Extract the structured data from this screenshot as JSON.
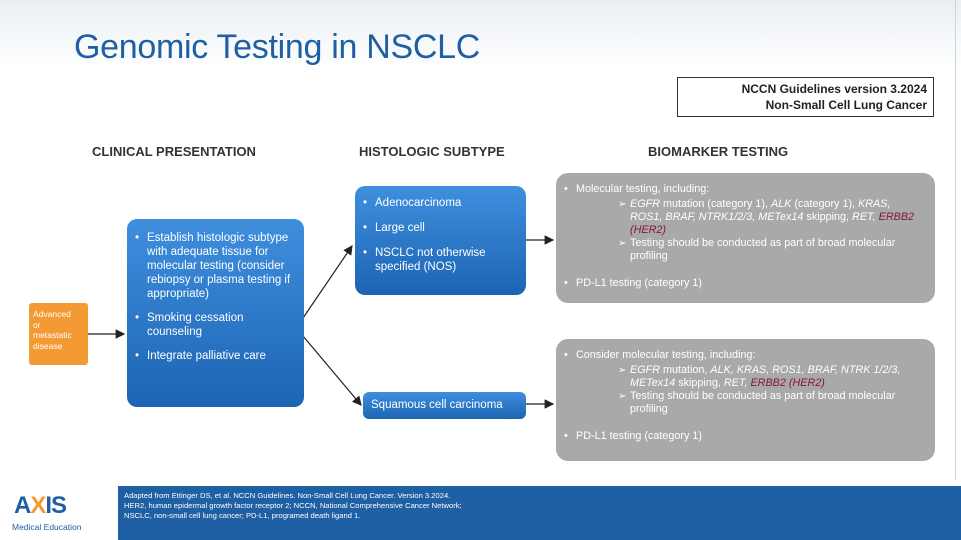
{
  "title": "Genomic Testing in NSCLC",
  "nccn": {
    "line1": "NCCN Guidelines version 3.2024",
    "line2": "Non-Small Cell Lung Cancer"
  },
  "headers": {
    "clinical": "CLINICAL PRESENTATION",
    "histologic": "HISTOLOGIC SUBTYPE",
    "biomarker": "BIOMARKER TESTING"
  },
  "start_box": [
    "Advanced",
    "or",
    "metastatic",
    "disease"
  ],
  "clinical_items": [
    "Establish histologic subtype with adequate tissue for molecular testing (consider rebiopsy or plasma testing if appropriate)",
    "Smoking cessation counseling",
    "Integrate palliative care"
  ],
  "histology_items": [
    "Adenocarcinoma",
    "Large cell",
    "NSCLC not otherwise specified (NOS)"
  ],
  "squamous": "Squamous cell carcinoma",
  "bio_top": {
    "lead": "Molecular testing, including:",
    "egfr": "EGFR",
    "t1": " mutation (category 1), ",
    "alk": "ALK",
    "t2": " (category 1), ",
    "genes": "KRAS, ROS1, BRAF, NTRK1/2/3, METex14",
    "t3": " skipping, ",
    "ret": "RET,",
    "erbb2": "ERBB2 (HER2)",
    "sub2": "Testing should be conducted as part of broad molecular profiling",
    "pdl1": "PD-L1 testing (category 1)"
  },
  "bio_bottom": {
    "lead": "Consider molecular testing, including:",
    "egfr": "EGFR",
    "t1": " mutation, ",
    "genes": "ALK, KRAS, ROS1, BRAF, NTRK 1/2/3, METex14",
    "t3": " skipping, ",
    "ret": "RET,",
    "erbb2": "ERBB2 (HER2)",
    "sub2": "Testing should be conducted as part of broad molecular profiling",
    "pdl1": "PD-L1 testing (category 1)"
  },
  "footer": {
    "line1": "Adapted from Ettinger DS, et al. NCCN Guidelines. Non-Small Cell Lung Cancer. Version 3.2024.",
    "line2": "HER2, human epidermal growth factor receptor 2; NCCN, National Comprehensive Cancer Network;",
    "line3": "NSCLC, non-small cell lung cancer; PD-L1, programed death ligand 1."
  },
  "logo": {
    "mark_a": "A",
    "mark_x": "X",
    "mark_is": "IS",
    "sub": "Medical Education"
  },
  "colors": {
    "title_blue": "#1f5fa3",
    "box_blue": "#2a78c9",
    "orange": "#f39a34",
    "grey": "#a9a9a9",
    "erbb2_red": "#8a1538"
  }
}
